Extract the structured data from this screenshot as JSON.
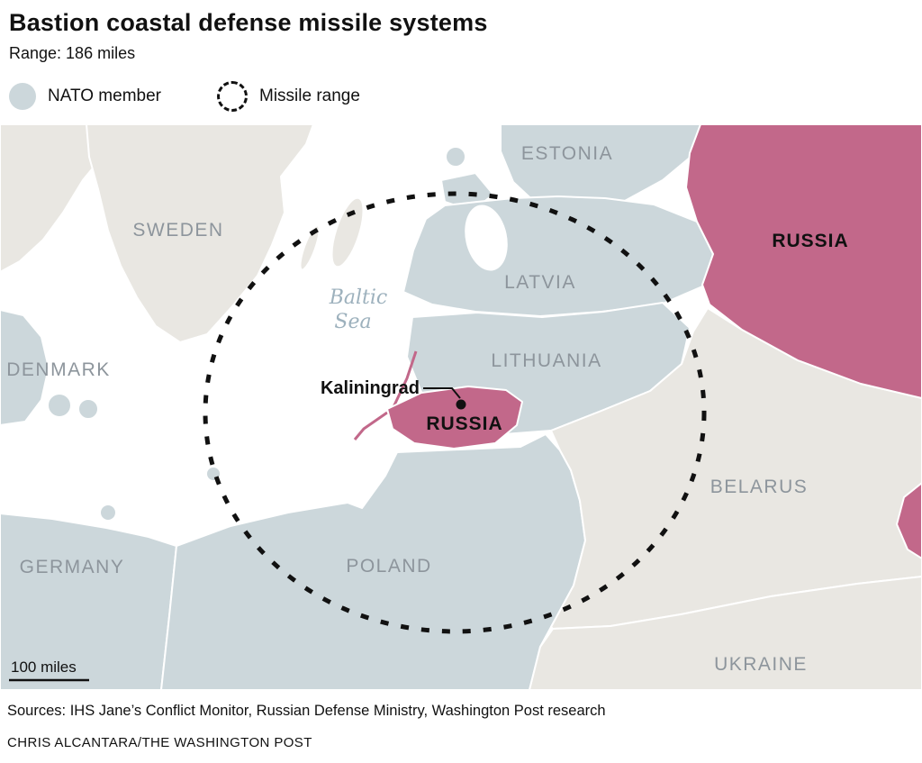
{
  "header": {
    "title": "Bastion coastal defense missile systems",
    "subtitle": "Range: 186 miles"
  },
  "legend": {
    "nato": "NATO member",
    "range": "Missile range"
  },
  "colors": {
    "nato": "#ccd7db",
    "neutral": "#e9e7e2",
    "russia": "#c2688a",
    "sea": "#ffffff",
    "label_gray": "#8d959c",
    "dark": "#111111",
    "sea_label": "#9db1bd"
  },
  "map": {
    "labels": {
      "sweden": "SWEDEN",
      "denmark": "DENMARK",
      "germany": "GERMANY",
      "poland": "POLAND",
      "estonia": "ESTONIA",
      "latvia": "LATVIA",
      "lithuania": "LITHUANIA",
      "belarus": "BELARUS",
      "ukraine": "UKRAINE",
      "russia_mainland": "RUSSIA",
      "russia_kaliningrad": "RUSSIA",
      "kaliningrad": "Kaliningrad",
      "baltic_line1": "Baltic",
      "baltic_line2": "Sea"
    },
    "scale_label": "100 miles"
  },
  "footer": {
    "sources": "Sources: IHS Jane’s Conflict Monitor, Russian Defense Ministry, Washington Post research",
    "byline": "CHRIS ALCANTARA/THE WASHINGTON POST"
  }
}
